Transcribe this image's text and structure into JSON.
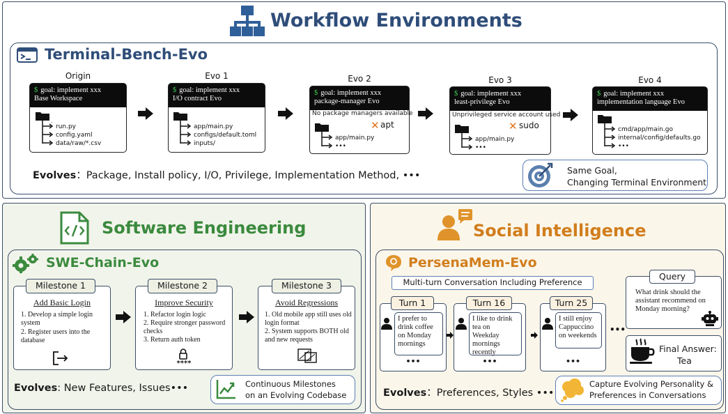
{
  "title": "Workflow Environments",
  "terminal": {
    "title": "Terminal-Bench-Evo",
    "stages": [
      {
        "label": "Origin",
        "goal": "goal: implement xxx",
        "sub": "Base Workspace",
        "note": "",
        "x_mark": "",
        "files": [
          "run.py",
          "config.yaml",
          "data/raw/*.csv"
        ]
      },
      {
        "label": "Evo 1",
        "goal": "goal: implement xxx",
        "sub": "I/O contract Evo",
        "note": "",
        "x_mark": "",
        "files": [
          "app/main.py",
          "configs/default.toml",
          "inputs/"
        ]
      },
      {
        "label": "Evo 2",
        "goal": "goal: implement xxx",
        "sub": "package-manager Evo",
        "note": "No package managers available",
        "x_mark": "apt",
        "files": [
          "app/main.py",
          "•••"
        ]
      },
      {
        "label": "Evo 3",
        "goal": "goal: implement xxx",
        "sub": "least-privilege Evo",
        "note": "Unprivileged service account used",
        "x_mark": "sudo",
        "files": [
          "app/main.py",
          "•••"
        ]
      },
      {
        "label": "Evo 4",
        "goal": "goal: implement xxx",
        "sub": "implementation language Evo",
        "note": "",
        "x_mark": "",
        "files": [
          "cmd/app/main.go",
          "internal/config/defaults.go",
          "•••"
        ]
      }
    ],
    "evolves_label": "Evolves",
    "evolves_text": "：Package, Install policy, I/O, Privilege, Implementation Method, •••",
    "callout": [
      "Same Goal,",
      "Changing Terminal Environment"
    ]
  },
  "software": {
    "title": "Software Engineering",
    "sub_title": "SWE-Chain-Evo",
    "milestones": [
      {
        "tab": "Milestone 1",
        "heading": "Add Basic Login",
        "items": [
          "1. Develop a simple login system",
          "2. Register users into the database"
        ],
        "extra": ""
      },
      {
        "tab": "Milestone 2",
        "heading": "Improve Security",
        "items": [
          "1. Refactor login logic",
          "2. Require stronger password checks",
          "3. Return auth token"
        ],
        "extra": "****"
      },
      {
        "tab": "Milestone 3",
        "heading": "Avoid Regressions",
        "items": [
          "1. Old mobile app still uses old login format",
          "2. System supports BOTH old and new requests"
        ],
        "extra": ""
      }
    ],
    "evolves_label": "Evolves",
    "evolves_text": ": New Features, Issues•••",
    "callout": [
      "Continuous Milestones",
      "on an Evolving Codebase"
    ]
  },
  "social": {
    "title": "Social Intelligence",
    "sub_title": "PersenaMem-Evo",
    "banner": "Multi-turn Conversation Including Preference",
    "turns": [
      {
        "tab": "Turn 1",
        "text": "I prefer to drink coffee on Monday mornings",
        "dots": "•••"
      },
      {
        "tab": "Turn 16",
        "text": "I like to drink tea on Weekday mornings recently",
        "dots": "•••"
      },
      {
        "tab": "Turn 25",
        "text": "I still enjoy Cappuccino on weekends",
        "dots": "•••"
      }
    ],
    "more": "•••",
    "query_tab": "Query",
    "query_text": "What drink should the assistant recommend on Monday morning?",
    "answer": [
      "Final Answer:",
      "Tea"
    ],
    "evolves_label": "Evolves",
    "evolves_text": "：Preferences, Styles •••",
    "callout": [
      "Capture Evolving Personality &",
      "Preferences in Conversations"
    ]
  },
  "colors": {
    "header_blue": "#2f4d79",
    "green": "#3b8a3e",
    "orange": "#e0932a",
    "x_orange": "#e2741b",
    "term_bg": "#0c0c0c",
    "panel_bg_se": "#f1f4ea",
    "panel_bg_si": "#fbf6ea"
  }
}
